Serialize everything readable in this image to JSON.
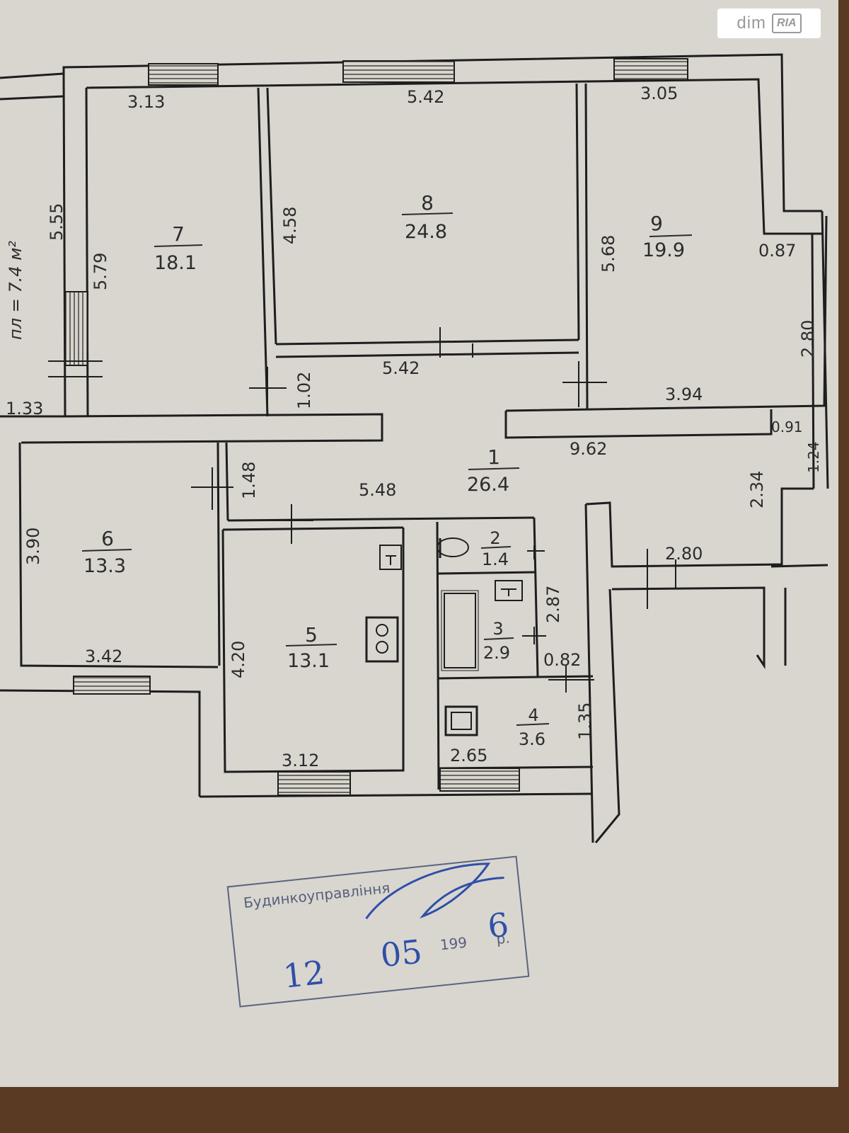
{
  "watermark": {
    "brand": "dim",
    "sub": "RIA"
  },
  "rooms": [
    {
      "id": "7",
      "number": "7",
      "area": "18.1"
    },
    {
      "id": "8",
      "number": "8",
      "area": "24.8"
    },
    {
      "id": "9",
      "number": "9",
      "area": "19.9"
    },
    {
      "id": "6",
      "number": "6",
      "area": "13.3"
    },
    {
      "id": "5",
      "number": "5",
      "area": "13.1"
    },
    {
      "id": "1",
      "number": "1",
      "area": "26.4"
    },
    {
      "id": "2",
      "number": "2",
      "area": "1.4"
    },
    {
      "id": "3",
      "number": "3",
      "area": "2.9"
    },
    {
      "id": "4",
      "number": "4",
      "area": "3.6"
    }
  ],
  "dimensions": {
    "d_3_13": "3.13",
    "d_5_42_top": "5.42",
    "d_3_05": "3.05",
    "d_5_55": "5.55",
    "d_5_79": "5.79",
    "d_4_58": "4.58",
    "d_5_68": "5.68",
    "d_0_87": "0.87",
    "d_2_80_right": "2.80",
    "d_5_42_mid": "5.42",
    "d_1_02": "1.02",
    "d_3_94": "3.94",
    "d_1_33": "1.33",
    "d_9_62": "9.62",
    "d_0_91": "0.91",
    "d_1_24": "1.24",
    "d_1_48": "1.48",
    "d_5_48": "5.48",
    "d_2_34": "2.34",
    "d_2_80_hall": "2.80",
    "d_3_90": "3.90",
    "d_2_87": "2.87",
    "d_4_20": "4.20",
    "d_3_42": "3.42",
    "d_0_82": "0.82",
    "d_1_35": "1.35",
    "d_3_12": "3.12",
    "d_2_65": "2.65",
    "balcony_note": "пл = 7.4 м²"
  },
  "stamp": {
    "line1": "Будинкоуправління",
    "line2": "",
    "year_fragment": "199",
    "suffix": "р.",
    "handwritten_day": "12",
    "handwritten_month": "05",
    "handwritten_year": "6"
  }
}
